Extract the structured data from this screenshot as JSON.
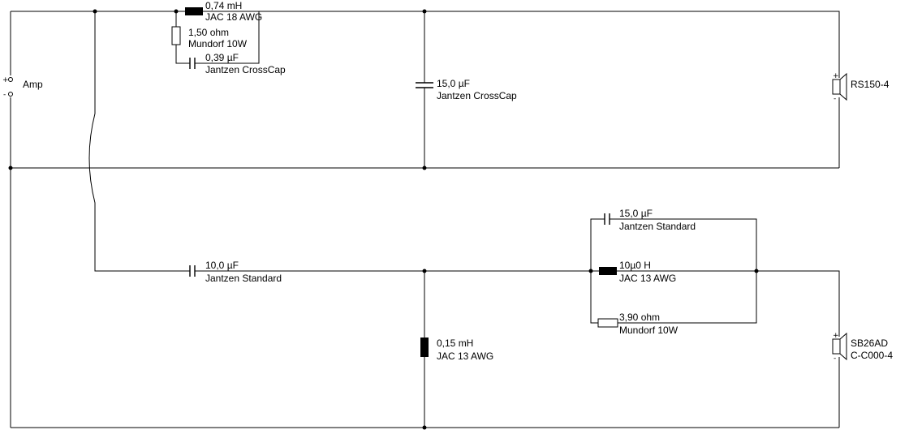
{
  "amp": {
    "label": "Amp",
    "plus": "+",
    "minus": "-"
  },
  "tweeter_branch": {
    "inductor": {
      "value": "0,74 mH",
      "part": "JAC 18 AWG"
    },
    "resistor": {
      "value": "1,50 ohm",
      "part": "Mundorf 10W"
    },
    "capacitor": {
      "value": "0,39 µF",
      "part": "Jantzen CrossCap"
    },
    "shunt_capacitor": {
      "value": "15,0 µF",
      "part": "Jantzen CrossCap"
    },
    "driver": {
      "name": "RS150-4",
      "plus": "+",
      "minus": "-"
    }
  },
  "woofer_branch": {
    "series_capacitor": {
      "value": "10,0 µF",
      "part": "Jantzen Standard"
    },
    "shunt_inductor": {
      "value": "0,15 mH",
      "part": "JAC 13 AWG"
    },
    "trap_capacitor": {
      "value": "15,0 µF",
      "part": "Jantzen Standard"
    },
    "trap_inductor": {
      "value": "10µ0 H",
      "part": "JAC 13 AWG"
    },
    "trap_resistor": {
      "value": "3,90 ohm",
      "part": "Mundorf 10W"
    },
    "driver": {
      "name_line1": "SB26AD",
      "name_line2": "C-C000-4",
      "plus": "+",
      "minus": "-"
    }
  }
}
